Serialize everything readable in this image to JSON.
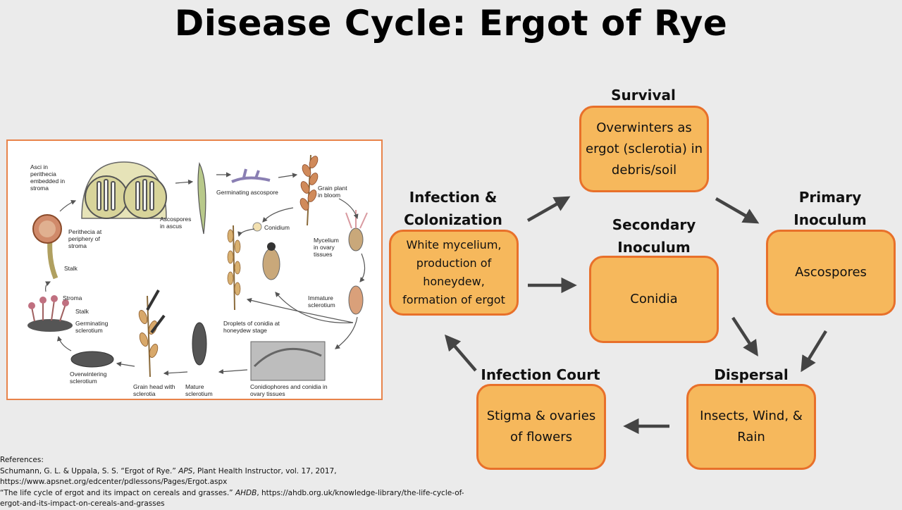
{
  "title": "Disease Cycle: Ergot of Rye",
  "figure_labels": {
    "asci": "Asci in perithecia embedded in stroma",
    "ascospores": "Ascospores in ascus",
    "germinating_ascospore": "Germinating ascospore",
    "grain_plant": "Grain plant in bloom",
    "perithecia": "Perithecia at periphery of stroma",
    "stalk1": "Stalk",
    "conidium": "Conidium",
    "mycelium": "Mycelium in ovary tissues",
    "stroma": "Stroma",
    "stalk2": "Stalk",
    "germinating_sclerotium": "Germinating sclerotium",
    "immature_sclerotium": "Immature sclerotium",
    "droplets": "Droplets of conidia at honeydew stage",
    "overwintering": "Overwintering sclerotium",
    "grain_head": "Grain head with sclerotia",
    "mature_sclerotium": "Mature sclerotium",
    "conidiophores": "Conidiophores and conidia in ovary tissues"
  },
  "stages": {
    "survival": {
      "label": "Survival",
      "text": "Overwinters as ergot (sclerotia) in debris/soil"
    },
    "primary": {
      "label": "Primary Inoculum",
      "text": "Ascospores"
    },
    "secondary": {
      "label": "Secondary Inoculum",
      "text": "Conidia"
    },
    "infection_col": {
      "label": "Infection & Colonization",
      "text": "White mycelium, production of honeydew, formation of ergot"
    },
    "dispersal": {
      "label": "Dispersal",
      "text": "Insects, Wind, & Rain"
    },
    "infection_court": {
      "label": "Infection Court",
      "text": "Stigma & ovaries of flowers"
    }
  },
  "references": {
    "heading": "References:",
    "ref1_authors": "Schumann, G. L. & Uppala, S. S. “Ergot of Rye.” ",
    "ref1_journal": "APS",
    "ref1_rest": ", Plant Health Instructor, vol. 17, 2017,",
    "ref1_url": "https://www.apsnet.org/edcenter/pdlessons/Pages/Ergot.aspx",
    "ref2_title": "“The life cycle of ergot and its impact on cereals and grasses.” ",
    "ref2_org": "AHDB",
    "ref2_rest": ", https://ahdb.org.uk/knowledge-library/the-life-cycle-of-",
    "ref2_url2": "ergot-and-its-impact-on-cereals-and-grasses"
  },
  "colors": {
    "box_fill": "#f6b85c",
    "box_border": "#e8702a",
    "arrow": "#444444"
  }
}
